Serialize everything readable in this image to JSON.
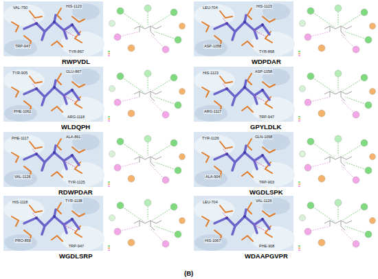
{
  "diagram": {
    "labels": [
      "VAL-750",
      "HIS-1123",
      "TRP-947",
      "TYR-867",
      "RWPVDL",
      "LEU-704",
      "HIS-1123",
      "ASP-1058",
      "TYR-868",
      "WDPDAR",
      "TYR-905",
      "GLU-867",
      "PHE-1061",
      "ARG-1118",
      "WLDQPH",
      "HIS-1123",
      "ASP-1058",
      "ARG-1117",
      "TRP-947",
      "GPYLDLK",
      "PHE-1117",
      "ALA-861",
      "VAL-1126",
      "TYR-1125",
      "RDWPDAR",
      "TYR-1126",
      "GLN-1058",
      "ALA-904",
      "TRP-903",
      "WGDLSPK",
      "HIS-1118",
      "TYR-1138",
      "PRO-859",
      "TRP-947",
      "WGDLSRP",
      "LEU-704",
      "VAL-1126",
      "HIS-1067",
      "PHE-908",
      "WDAAPGVPR",
      "(B)"
    ]
  }
}
